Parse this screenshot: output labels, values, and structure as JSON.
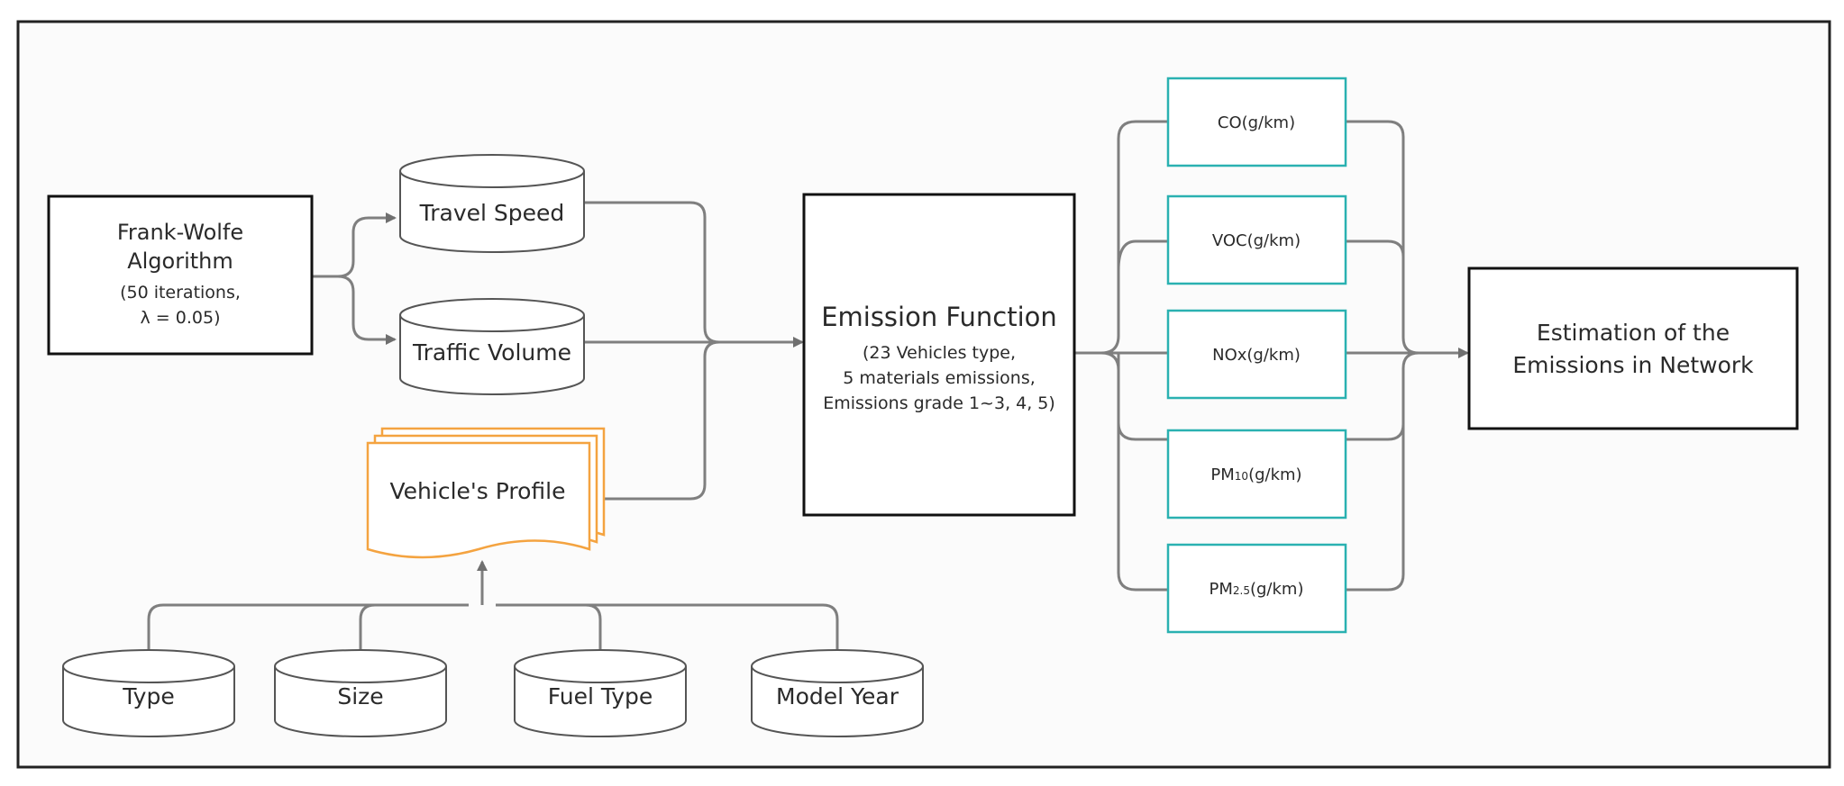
{
  "nodes": {
    "frank_wolfe": {
      "title_line1": "Frank-Wolfe",
      "title_line2": "Algorithm",
      "detail_line1": "(50 iterations,",
      "detail_line2": "λ = 0.05)"
    },
    "travel_speed": "Travel Speed",
    "traffic_volume": "Traffic Volume",
    "vehicles_profile": "Vehicle's Profile",
    "inputs": {
      "type": "Type",
      "size": "Size",
      "fuel_type": "Fuel Type",
      "model_year": "Model Year"
    },
    "emission_function": {
      "title": "Emission Function",
      "detail_line1": "(23 Vehicles type,",
      "detail_line2": "5 materials emissions,",
      "detail_line3": "Emissions grade 1~3, 4, 5)"
    },
    "pollutants": {
      "co": "CO(g/km)",
      "voc": "VOC(g/km)",
      "nox": "NOx(g/km)",
      "pm10_prefix": "PM",
      "pm10_sub": "10",
      "pm10_suffix": "(g/km)",
      "pm25_prefix": "PM",
      "pm25_sub": "2.5",
      "pm25_suffix": "(g/km)"
    },
    "estimation": {
      "line1": "Estimation of the",
      "line2": "Emissions in Network"
    }
  },
  "colors": {
    "connector": "#7f7f7f",
    "pollutant_border": "#2ab1b1",
    "profile_border": "#f4a340",
    "box_border": "#111111"
  }
}
